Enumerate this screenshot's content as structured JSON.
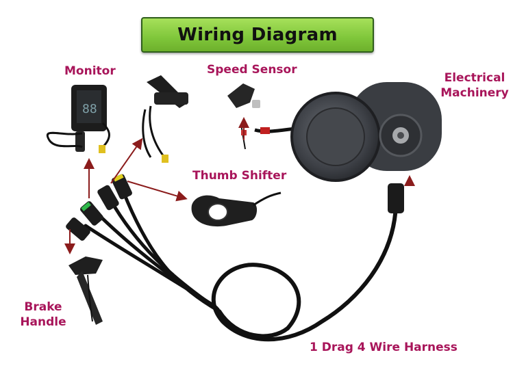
{
  "title": "Wiring Diagram",
  "labels": {
    "monitor": "Monitor",
    "speed_sensor": "Speed Sensor",
    "electrical_machinery_line1": "Electrical",
    "electrical_machinery_line2": "Machinery",
    "thumb_shifter": "Thumb Shifter",
    "brake_handle_line1": "Brake",
    "brake_handle_line2": "Handle",
    "harness": "1 Drag 4 Wire Harness"
  },
  "colors": {
    "label": "#a8155a",
    "title_bg": "#7fc63a",
    "arrow": "#8b1c1c",
    "cable": "#111111"
  }
}
